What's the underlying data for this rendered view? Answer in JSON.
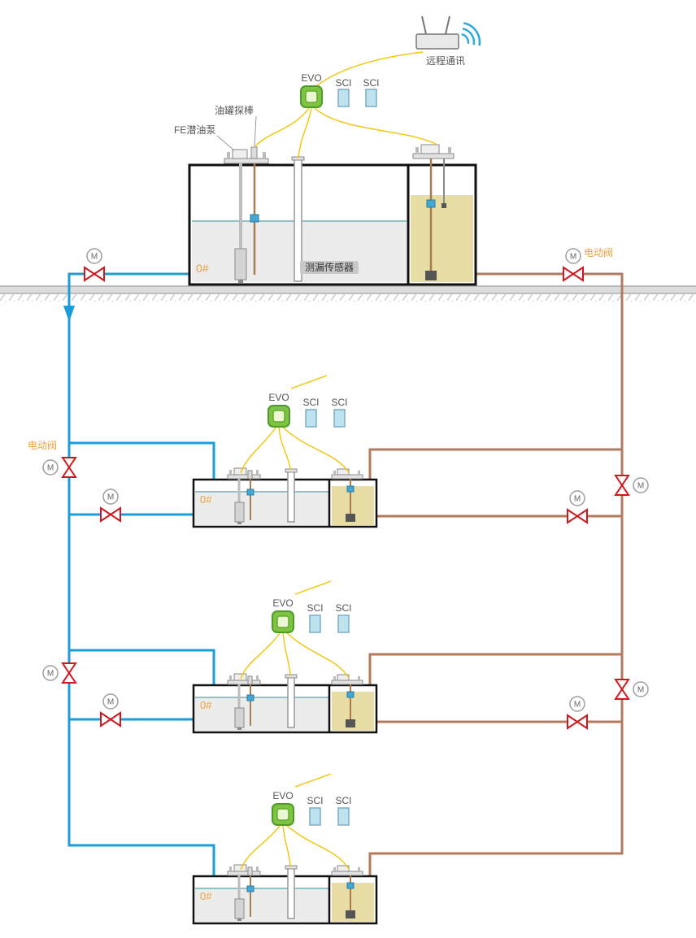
{
  "labels": {
    "remote_comm": "远程通讯",
    "evo": "EVO",
    "sci": "SCI",
    "tank_probe": "油罐探棒",
    "fe_pump": "FE潜油泵",
    "leak_sensor": "测漏传感器",
    "electric_valve": "电动阀",
    "motor": "M"
  },
  "tanks": [
    {
      "grade": "0#"
    },
    {
      "grade": "0#"
    },
    {
      "grade": "0#"
    },
    {
      "grade": "0#"
    }
  ],
  "colors": {
    "pipe_blue": "#1B9DD9",
    "pipe_brown": "#B5795B",
    "valve_red": "#CE181E",
    "wire_yellow": "#F2C500",
    "evo_green": "#7FC342",
    "sci_blue": "#BFE2EF",
    "tank_liquid": "#ECECEC",
    "diesel_fill": "#E9DDA6",
    "ground_gray": "#DCDCDC",
    "label_orange": "#E8A33D",
    "wifi_blue": "#2FA8DC"
  }
}
